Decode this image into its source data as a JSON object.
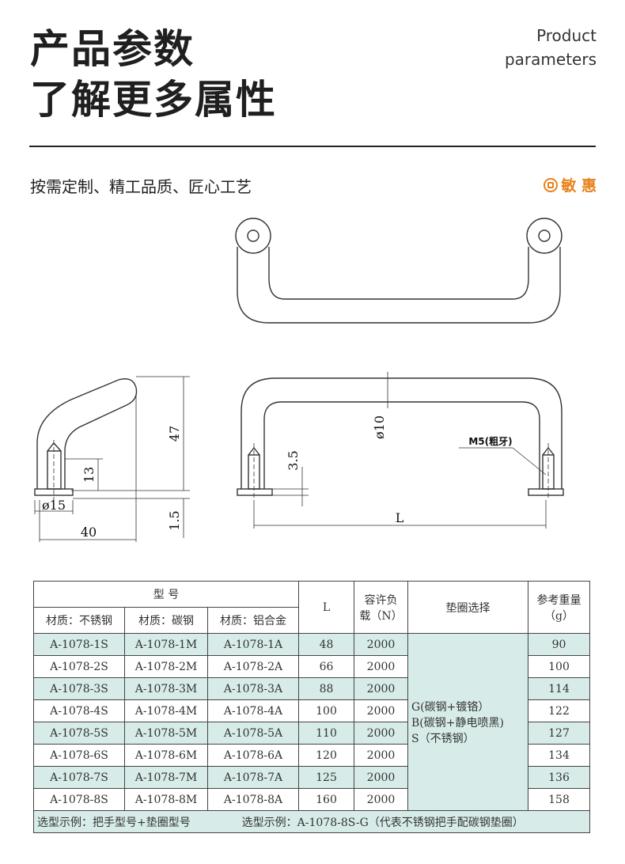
{
  "header": {
    "title_line1": "产品参数",
    "title_line2": "了解更多属性",
    "en_line1": "Product",
    "en_line2": "parameters"
  },
  "slogan": "按需定制、精工品质、匠心工艺",
  "brand": {
    "name": "敏 惠",
    "color": "#e8811a"
  },
  "drawing": {
    "dim_47": "47",
    "dim_13": "13",
    "dim_15": "ø15",
    "dim_40": "40",
    "dim_1_5": "1.5",
    "dim_10": "ø10",
    "dim_3_5": "3.5",
    "dim_L": "L",
    "thread_label": "M5(粗牙)"
  },
  "table": {
    "model_header": "型 号",
    "mat_ss": "材质：不锈钢",
    "mat_cs": "材质：碳钢",
    "mat_al": "材质：铝合金",
    "col_L": "L",
    "col_load_1": "容许负",
    "col_load_2": "载（N）",
    "col_washer": "垫圈选择",
    "col_weight_1": "参考重量",
    "col_weight_2": "（g）",
    "washer_1": "G(碳钢+镀铬）",
    "washer_2": "B(碳钢+静电喷黑)",
    "washer_3": "S（不锈钢）",
    "rows": [
      {
        "s": "A-1078-1S",
        "m": "A-1078-1M",
        "a": "A-1078-1A",
        "L": "48",
        "load": "2000",
        "w": "90"
      },
      {
        "s": "A-1078-2S",
        "m": "A-1078-2M",
        "a": "A-1078-2A",
        "L": "66",
        "load": "2000",
        "w": "100"
      },
      {
        "s": "A-1078-3S",
        "m": "A-1078-3M",
        "a": "A-1078-3A",
        "L": "88",
        "load": "2000",
        "w": "114"
      },
      {
        "s": "A-1078-4S",
        "m": "A-1078-4M",
        "a": "A-1078-4A",
        "L": "100",
        "load": "2000",
        "w": "122"
      },
      {
        "s": "A-1078-5S",
        "m": "A-1078-5M",
        "a": "A-1078-5A",
        "L": "110",
        "load": "2000",
        "w": "127"
      },
      {
        "s": "A-1078-6S",
        "m": "A-1078-6M",
        "a": "A-1078-6A",
        "L": "120",
        "load": "2000",
        "w": "134"
      },
      {
        "s": "A-1078-7S",
        "m": "A-1078-7M",
        "a": "A-1078-7A",
        "L": "125",
        "load": "2000",
        "w": "136"
      },
      {
        "s": "A-1078-8S",
        "m": "A-1078-8M",
        "a": "A-1078-8A",
        "L": "160",
        "load": "2000",
        "w": "158"
      }
    ],
    "footer_left": "选型示例：把手型号+垫圈型号",
    "footer_right": "选型示例：A-1078-8S-G（代表不锈钢把手配碳钢垫圈）"
  }
}
